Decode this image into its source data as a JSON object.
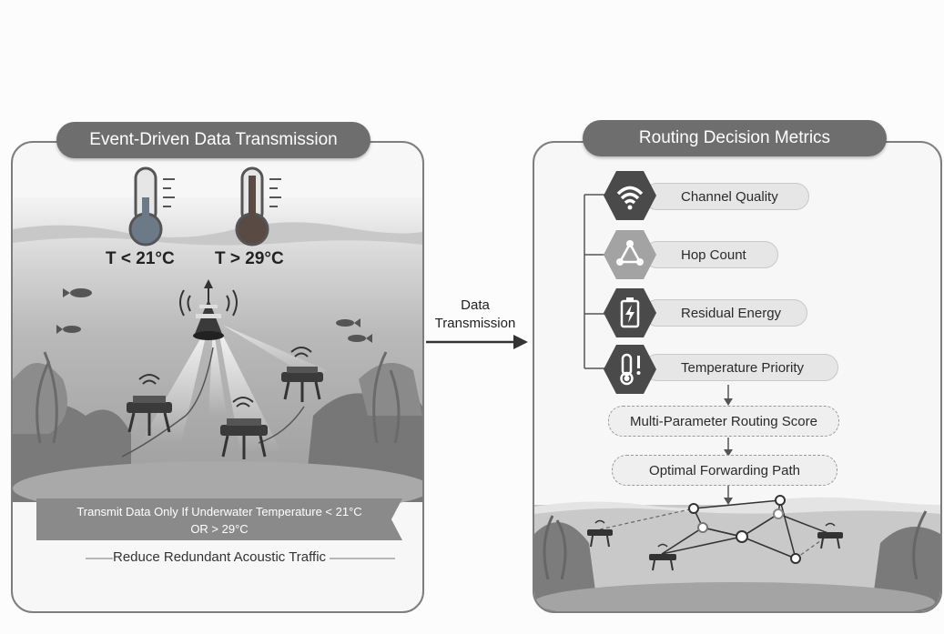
{
  "left_panel": {
    "title": "Event-Driven Data Transmission",
    "low_temp_label": "T < 21°C",
    "high_temp_label": "T > 29°C",
    "banner_line1": "Transmit Data Only If Underwater Temperature < 21°C",
    "banner_line2": "OR > 29°C",
    "footer_text": "Reduce Redundant Acoustic Traffic"
  },
  "arrow": {
    "label_line1": "Data",
    "label_line2": "Transmission"
  },
  "right_panel": {
    "title": "Routing Decision Metrics",
    "metrics": [
      {
        "label": "Channel Quality",
        "icon": "wifi-icon"
      },
      {
        "label": "Hop Count",
        "icon": "network-triangle-icon"
      },
      {
        "label": "Residual Energy",
        "icon": "battery-icon"
      },
      {
        "label": "Temperature Priority",
        "icon": "thermometer-alert-icon"
      }
    ],
    "score_box": "Multi-Parameter Routing Score",
    "path_box": "Optimal Forwarding Path"
  },
  "colors": {
    "panel_title_bg": "#6e6e6e",
    "hex_icon_bg": "#4a4a4a",
    "pill_bg": "#e6e6e6"
  }
}
